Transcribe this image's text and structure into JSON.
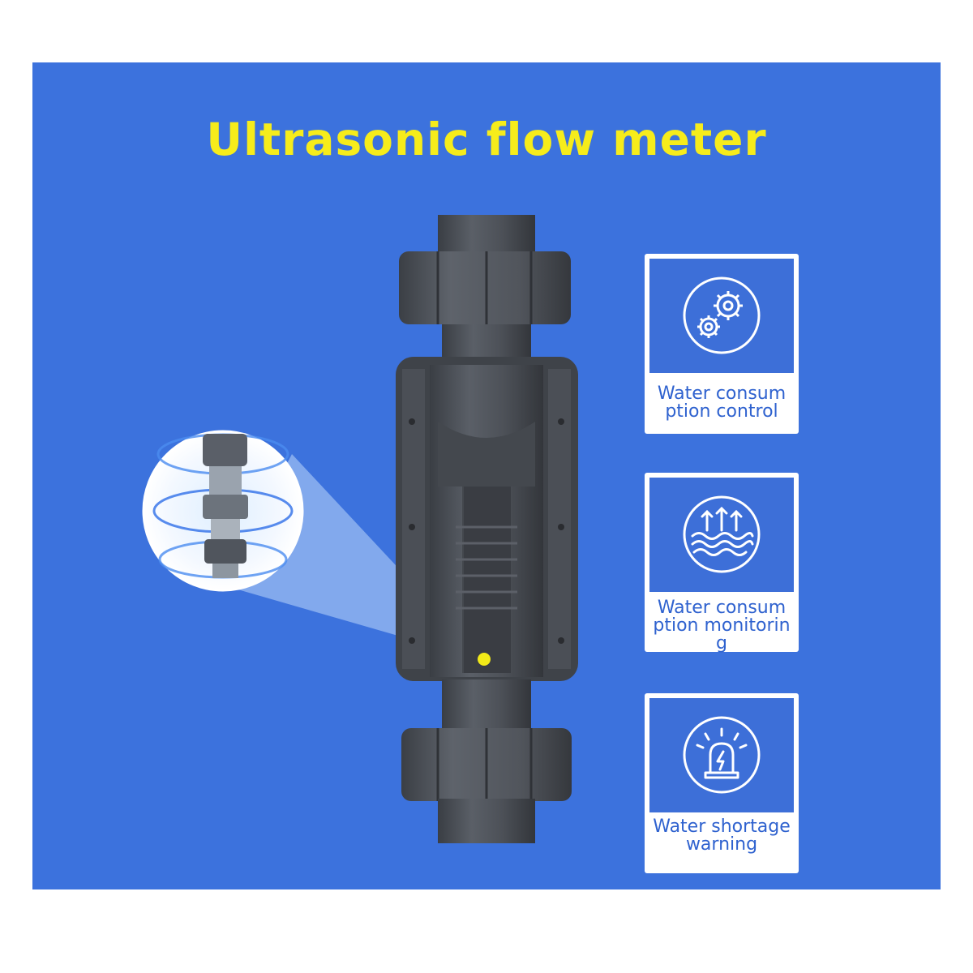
{
  "title": "Ultrasonic flow meter",
  "colors": {
    "background": "#3c72dd",
    "title": "#f6ec1b",
    "card_icon_bg": "#3d6fd8",
    "card_text": "#2f62cf",
    "pipe": "#4a4e55",
    "sensor_dot": "#f2ea18"
  },
  "features": [
    {
      "icon": "gears-icon",
      "label": "Water consum ption control"
    },
    {
      "icon": "water-waves-icon",
      "label": "Water consumption monitoring"
    },
    {
      "icon": "alarm-beacon-icon",
      "label": "Water shortage warning"
    }
  ]
}
